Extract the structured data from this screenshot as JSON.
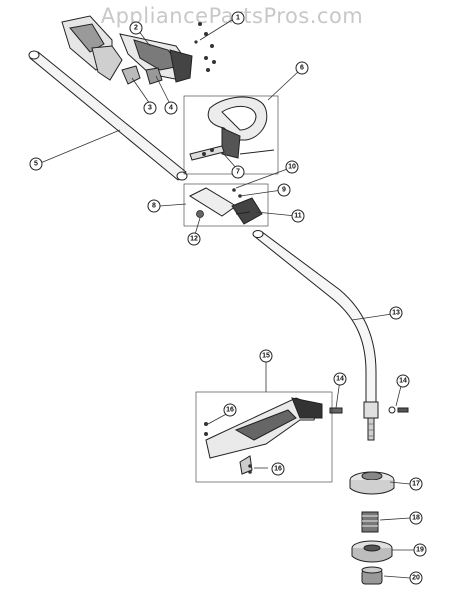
{
  "watermark": "AppliancePartsPros.com",
  "colors": {
    "line": "#222222",
    "fill_light": "#f2f2f2",
    "fill_mid": "#d9d9d9",
    "fill_dark": "#555555"
  },
  "callouts": [
    "1",
    "2",
    "3",
    "4",
    "5",
    "6",
    "7",
    "8",
    "9",
    "10",
    "11",
    "12",
    "13",
    "14",
    "14",
    "15",
    "16",
    "16",
    "17",
    "18",
    "19",
    "20"
  ]
}
